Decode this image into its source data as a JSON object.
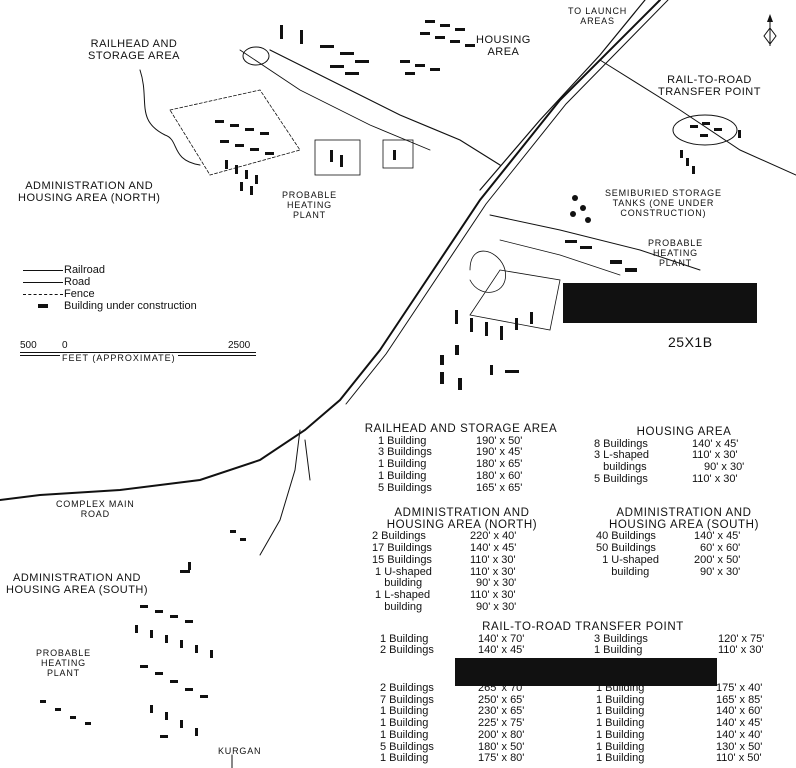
{
  "labels": {
    "launch": "TO LAUNCH\nAREAS",
    "railhead": "RAILHEAD AND\nSTORAGE AREA",
    "housing": "HOUSING\nAREA",
    "transfer": "RAIL-TO-ROAD\nTRANSFER POINT",
    "admin_north": "ADMINISTRATION AND\nHOUSING AREA (NORTH)",
    "heating_north": "PROBABLE\nHEATING\nPLANT",
    "storage_tanks": "SEMIBURIED STORAGE\nTANKS (ONE UNDER\nCONSTRUCTION)",
    "heating_east": "PROBABLE\nHEATING\nPLANT",
    "main_road": "COMPLEX MAIN\nROAD",
    "admin_south": "ADMINISTRATION AND\nHOUSING AREA (SOUTH)",
    "heating_south": "PROBABLE\nHEATING\nPLANT",
    "kurgan": "KURGAN",
    "code": "25X1B"
  },
  "legend": [
    {
      "symbol": "railroad-icon",
      "label": "Railroad"
    },
    {
      "symbol": "road-icon",
      "label": "Road"
    },
    {
      "symbol": "fence-icon",
      "label": "Fence"
    },
    {
      "symbol": "building-icon",
      "label": "Building under construction"
    }
  ],
  "scale": {
    "left": "500",
    "mid": "0",
    "right": "2500",
    "caption": "FEET (APPROXIMATE)"
  },
  "tables": {
    "railhead": {
      "title": "RAILHEAD AND STORAGE AREA",
      "rows": [
        [
          "1 Building",
          "190' x 50'"
        ],
        [
          "3 Buildings",
          "190' x 45'"
        ],
        [
          "1 Building",
          "180' x 65'"
        ],
        [
          "1 Building",
          "180' x 60'"
        ],
        [
          "5 Buildings",
          "165' x 65'"
        ]
      ]
    },
    "housing": {
      "title": "HOUSING AREA",
      "rows": [
        [
          "8 Buildings",
          "140' x 45'"
        ],
        [
          "3 L-shaped",
          "110' x 30'"
        ],
        [
          "   buildings",
          "90' x 30'"
        ],
        [
          "5 Buildings",
          "110' x 30'"
        ]
      ]
    },
    "admin_north": {
      "title": "ADMINISTRATION AND\nHOUSING AREA (NORTH)",
      "rows": [
        [
          "2 Buildings",
          "220' x 40'"
        ],
        [
          "17 Buildings",
          "140' x 45'"
        ],
        [
          "15 Buildings",
          "110' x 30'"
        ],
        [
          " 1 U-shaped",
          "110' x 30'"
        ],
        [
          "    building",
          "90' x 30'"
        ],
        [
          " 1 L-shaped",
          "110' x 30'"
        ],
        [
          "    building",
          "90' x 30'"
        ]
      ]
    },
    "admin_south": {
      "title": "ADMINISTRATION AND\nHOUSING AREA (SOUTH)",
      "rows": [
        [
          "40 Buildings",
          "140' x 45'"
        ],
        [
          "50 Buildings",
          "60' x 60'"
        ],
        [
          "  1 U-shaped",
          "200' x 50'"
        ],
        [
          "     building",
          "90' x 30'"
        ]
      ]
    },
    "transfer": {
      "title": "RAIL-TO-ROAD TRANSFER POINT",
      "left": [
        [
          "1 Building",
          "140' x 70'"
        ],
        [
          "2 Buildings",
          "140' x 45'"
        ]
      ],
      "right": [
        [
          "3 Buildings",
          "120' x 75'"
        ],
        [
          "1 Building",
          "110' x 30'"
        ]
      ]
    },
    "bottom_left": [
      [
        "2 Buildings",
        "265' x 70'"
      ],
      [
        "7 Buildings",
        "250' x 65'"
      ],
      [
        "1 Building",
        "230' x 65'"
      ],
      [
        "1 Building",
        "225' x 75'"
      ],
      [
        "1 Building",
        "200' x 80'"
      ],
      [
        "5 Buildings",
        "180' x 50'"
      ],
      [
        "1 Building",
        "175' x 80'"
      ]
    ],
    "bottom_right": [
      [
        "1 Building",
        "175' x 40'"
      ],
      [
        "1 Building",
        "165' x 85'"
      ],
      [
        "1 Building",
        "140' x 60'"
      ],
      [
        "1 Building",
        "140' x 45'"
      ],
      [
        "1 Building",
        "140' x 40'"
      ],
      [
        "1 Building",
        "130' x 50'"
      ],
      [
        "1 Building",
        "110' x 50'"
      ]
    ]
  }
}
